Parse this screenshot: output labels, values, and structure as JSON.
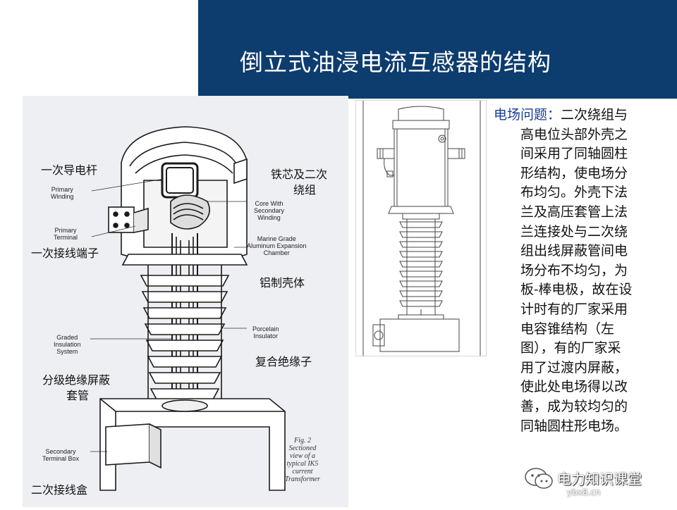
{
  "slide": {
    "title": "倒立式油浸电流互感器的结构",
    "colors": {
      "title_bar": "#0d3c6e",
      "label_blue": "#1a3a9a"
    }
  },
  "figure_left": {
    "annotations_cn": {
      "primary_conductor": "一次导电杆",
      "primary_terminal": "一次接线端子",
      "core_winding": "铁芯及二次绕组",
      "core_winding_line1": "铁芯及二次",
      "core_winding_line2": "绕组",
      "aluminum_housing": "铝制壳体",
      "composite_insulator": "复合绝缘子",
      "graded_shield_line1": "分级绝缘屏蔽",
      "graded_shield_line2": "套管",
      "secondary_box": "二次接线盒"
    },
    "labels_en": {
      "primary_winding": "Primary\nWinding",
      "primary_terminal": "Primary\nTerminal",
      "core_secondary": "Core With\nSecondary\nWinding",
      "marine_grade": "Marine Grade\nAluminum Expansion\nChamber",
      "porcelain": "Porcelain\nInsulator",
      "graded": "Graded\nInsulation\nSystem",
      "secondary_box": "Secondary\nTerminal Box"
    },
    "caption": "Fig. 2\nSectioned\nview of a\ntypical IK5\ncurrent\nTransformer"
  },
  "description": {
    "label": "电场问题：",
    "first_line": "二次绕组与",
    "lines": [
      "高电位头部外壳之",
      "间采用了同轴圆柱",
      "形结构，使电场分",
      "布均匀。外壳下法",
      "兰及高压套管上法",
      "兰连接处与二次绕",
      "组出线屏蔽管间电",
      "场分布不均匀，为",
      "板-棒电极，故在设",
      "计时有的厂家采用",
      "电容锥结构（左",
      "图），有的厂家采",
      "用了过渡内屏蔽，",
      "使此处电场得以改",
      "善，成为较均匀的",
      "同轴圆柱形电场。"
    ]
  },
  "watermark": {
    "text": "电力知识课堂",
    "url": "ybx8.cn"
  }
}
